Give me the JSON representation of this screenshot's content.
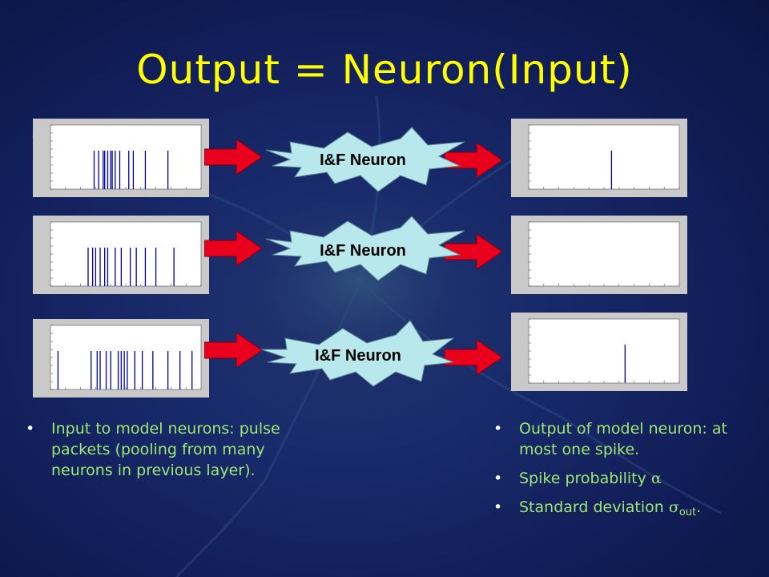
{
  "slide": {
    "title": "Output = Neuron(Input)"
  },
  "neurons": [
    {
      "label": "I&F Neuron"
    },
    {
      "label": "I&F Neuron"
    },
    {
      "label": "I&F Neuron"
    }
  ],
  "input_plots": [
    {
      "spikes": [
        0.29,
        0.32,
        0.35,
        0.36,
        0.38,
        0.4,
        0.41,
        0.43,
        0.46,
        0.52,
        0.55,
        0.63,
        0.78
      ]
    },
    {
      "spikes": [
        0.25,
        0.28,
        0.3,
        0.33,
        0.36,
        0.38,
        0.43,
        0.47,
        0.53,
        0.57,
        0.63,
        0.7,
        0.82
      ]
    },
    {
      "spikes": [
        0.05,
        0.27,
        0.31,
        0.33,
        0.37,
        0.4,
        0.45,
        0.47,
        0.49,
        0.51,
        0.56,
        0.61,
        0.68,
        0.78,
        0.86,
        0.94
      ]
    }
  ],
  "output_plots": [
    {
      "spikes": [
        0.55
      ]
    },
    {
      "spikes": []
    },
    {
      "spikes": [
        0.64
      ]
    }
  ],
  "left_bullets": {
    "items": [
      {
        "text": "Input to model neurons: pulse packets (pooling from many neurons in previous layer)."
      }
    ]
  },
  "right_bullets": {
    "item1": "Output of model neuron: at most one spike.",
    "item2_text": "Spike probability ",
    "item2_symbol": "α",
    "item3_text": "Standard deviation ",
    "item3_symbol": "σ",
    "item3_sub": "out",
    "item3_end": "."
  },
  "colors": {
    "title": "#ffff00",
    "bullet_text": "#9fe870",
    "arrow": "#e8001c",
    "burst": "#b8e8ec",
    "spike": "#0000a0"
  }
}
